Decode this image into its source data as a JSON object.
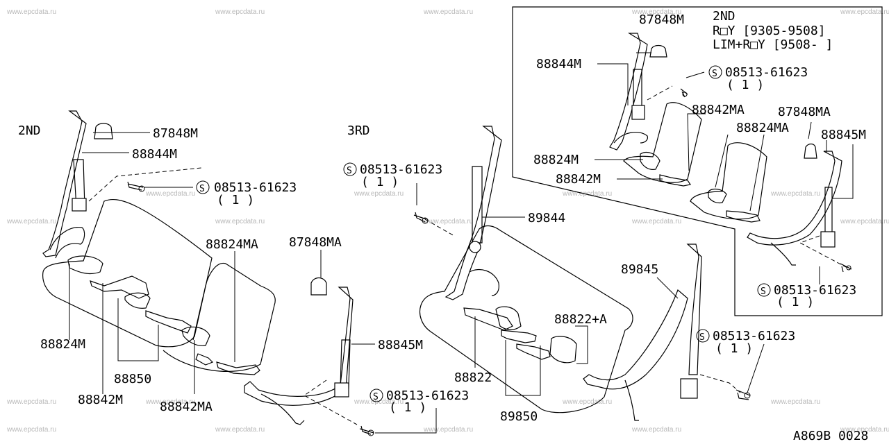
{
  "watermark": "www.epcdata.ru",
  "diagram_code": "A869B 0028",
  "sections": {
    "second_row": "2ND",
    "third_row": "3RD"
  },
  "inset": {
    "title": "2ND",
    "line1": "R□Y [9305-9508]",
    "line2": "LIM+R□Y [9508-      ]"
  },
  "labels": {
    "p87848M": "87848M",
    "p88844M": "88844M",
    "p08513": "08513-61623",
    "qty1": "( 1 )",
    "p88824MA": "88824MA",
    "p87848MA": "87848MA",
    "p88824M": "88824M",
    "p88850": "88850",
    "p88842M": "88842M",
    "p88842MA": "88842MA",
    "p88845M": "88845M",
    "p89844": "89844",
    "p88822A": "88822+A",
    "p88822": "88822",
    "p89850": "89850",
    "p89845": "89845"
  }
}
